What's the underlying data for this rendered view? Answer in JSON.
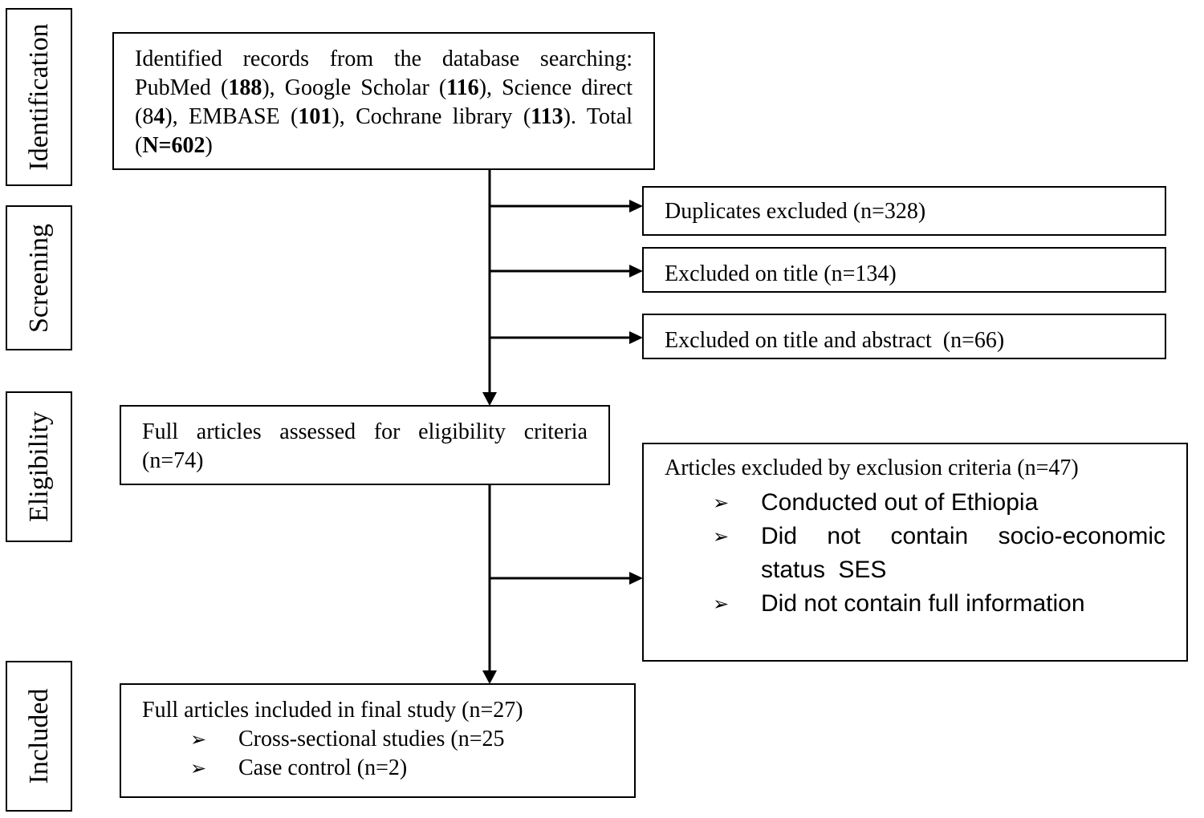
{
  "stages": {
    "identification": "Identification",
    "screening": "Screening",
    "eligibility": "Eligibility",
    "included": "Included"
  },
  "identified": {
    "t1": "Identified records from the database searching: PubMed (",
    "n1": "188",
    "t2": "), Google Scholar (",
    "n2": "116",
    "t3": "), Science direct (8",
    "n3": "4",
    "t4": "), EMBASE (",
    "n4": "101",
    "t5": "), Cochrane library (",
    "n5": "113",
    "t6": "). Total (",
    "n6": "N=602",
    "t7": ")"
  },
  "duplicates": "Duplicates excluded (n=328)",
  "excluded_title": "Excluded on title (n=134)",
  "excluded_title_abstract": "Excluded on title and abstract  (n=66)",
  "full_assessed": "Full articles assessed for eligibility criteria (n=74)",
  "exclusion": {
    "heading": "Articles excluded by exclusion criteria (n=47)",
    "items": [
      "Conducted out of Ethiopia",
      "Did not contain socio-economic status SES",
      "Did not contain full information"
    ]
  },
  "included": {
    "heading": "Full articles included in final study (n=27)",
    "items": [
      "Cross-sectional studies (n=25",
      "Case control (n=2)"
    ]
  },
  "bullet_icon": "➢"
}
